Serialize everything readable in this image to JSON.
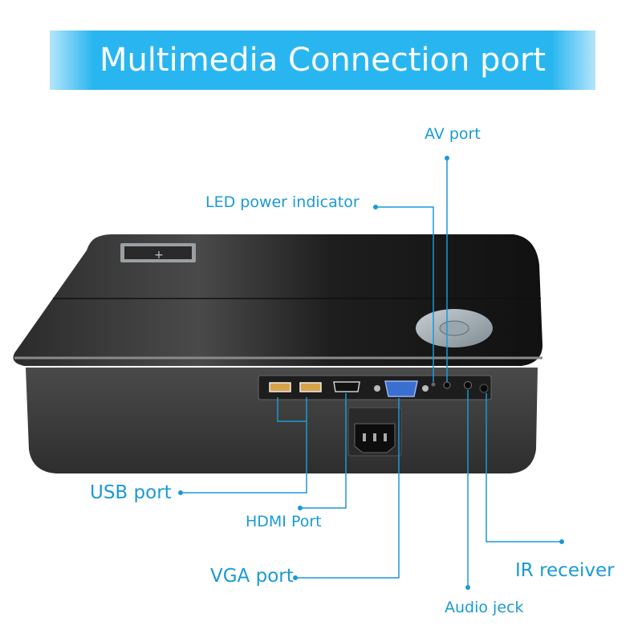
{
  "banner": {
    "title": "Multimedia Connection port",
    "color": "#29b6f0"
  },
  "device": {
    "name": "projector",
    "top_color": "#1c1c1c",
    "body_color": "#3a3a3a",
    "vga_color": "#3a6fd0",
    "usb_color": "#d8a24a"
  },
  "callouts": {
    "av_port": "AV port",
    "led_power_indicator": "LED power indicator",
    "usb_port": "USB port",
    "hdmi_port": "HDMI Port",
    "vga_port": "VGA port",
    "ir_receiver": "IR receiver",
    "audio_jack": "Audio jeck"
  },
  "callout_color": "#1a9ad6"
}
